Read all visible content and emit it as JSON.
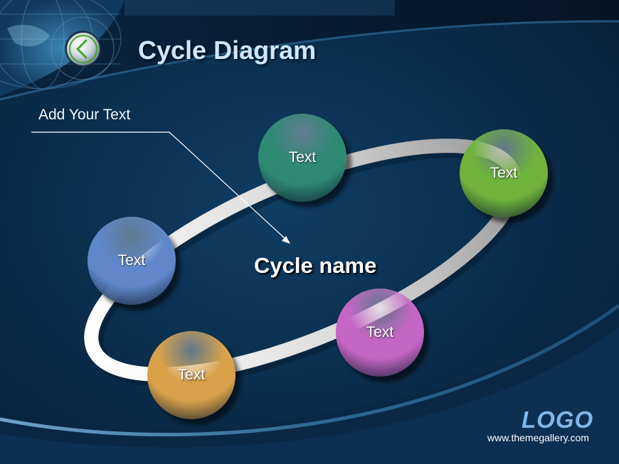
{
  "slide": {
    "title": "Cycle Diagram",
    "callout_text": "Add Your Text",
    "cycle_name": "Cycle name",
    "nodes": [
      {
        "label": "Text",
        "color": "#2e8a73"
      },
      {
        "label": "Text",
        "color": "#6fb33c"
      },
      {
        "label": "Text",
        "color": "#5f87c9"
      },
      {
        "label": "Text",
        "color": "#c466c4"
      },
      {
        "label": "Text",
        "color": "#d8a14a"
      }
    ]
  },
  "footer": {
    "logo": "LOGO",
    "website": "www.themegallery.com"
  },
  "theme": {
    "background": "#0b2a47",
    "title_color": "#cfe6fb",
    "logo_color": "#7fb6ea"
  }
}
